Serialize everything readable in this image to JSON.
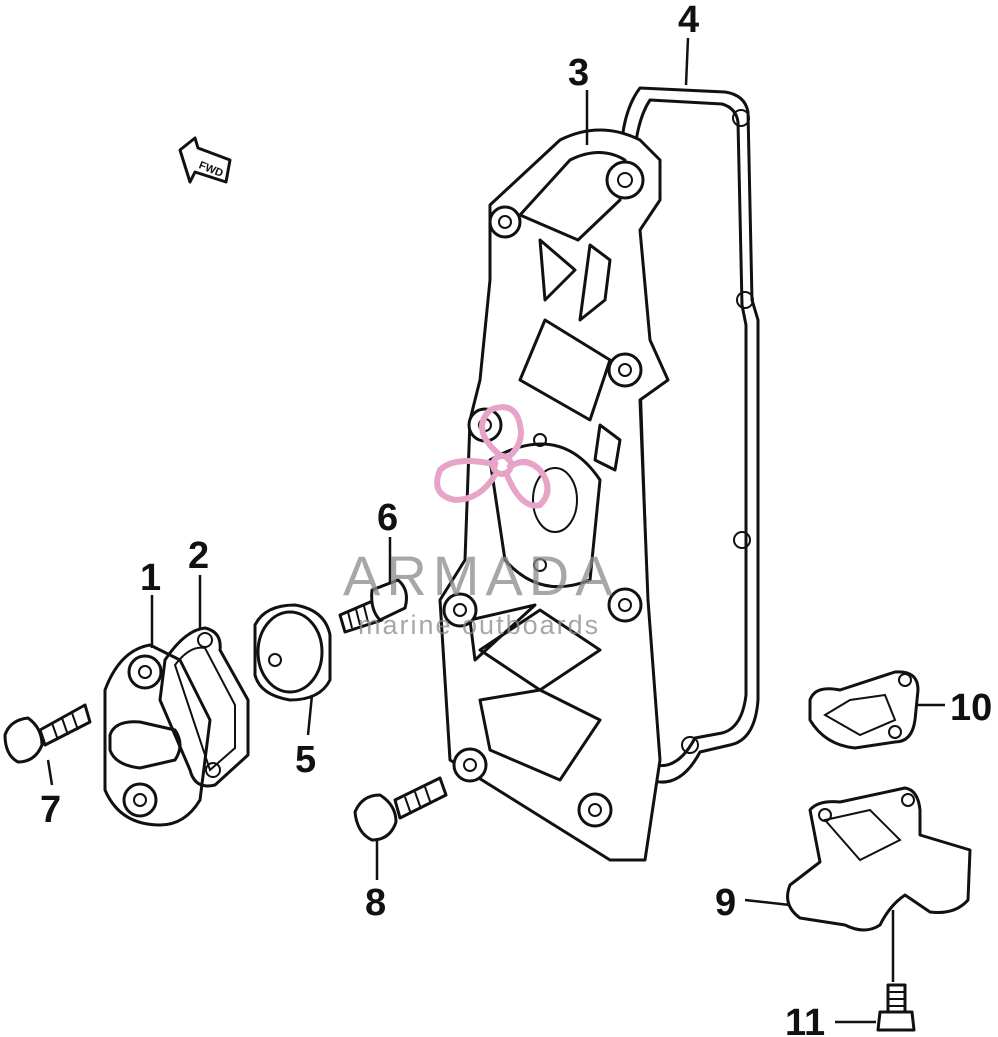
{
  "diagram": {
    "callouts": [
      {
        "id": "1",
        "label": "1"
      },
      {
        "id": "2",
        "label": "2"
      },
      {
        "id": "3",
        "label": "3"
      },
      {
        "id": "4",
        "label": "4"
      },
      {
        "id": "5",
        "label": "5"
      },
      {
        "id": "6",
        "label": "6"
      },
      {
        "id": "7",
        "label": "7"
      },
      {
        "id": "8",
        "label": "8"
      },
      {
        "id": "9",
        "label": "9"
      },
      {
        "id": "10",
        "label": "10"
      },
      {
        "id": "11",
        "label": "11"
      }
    ],
    "direction_marker": {
      "label": "FWD",
      "icon": "forward-arrow-icon"
    }
  },
  "watermark": {
    "brand": "ARMADA",
    "tagline": "marine outboards",
    "logo_color": "#e8a3c8",
    "text_color": "#8a8a8a"
  }
}
